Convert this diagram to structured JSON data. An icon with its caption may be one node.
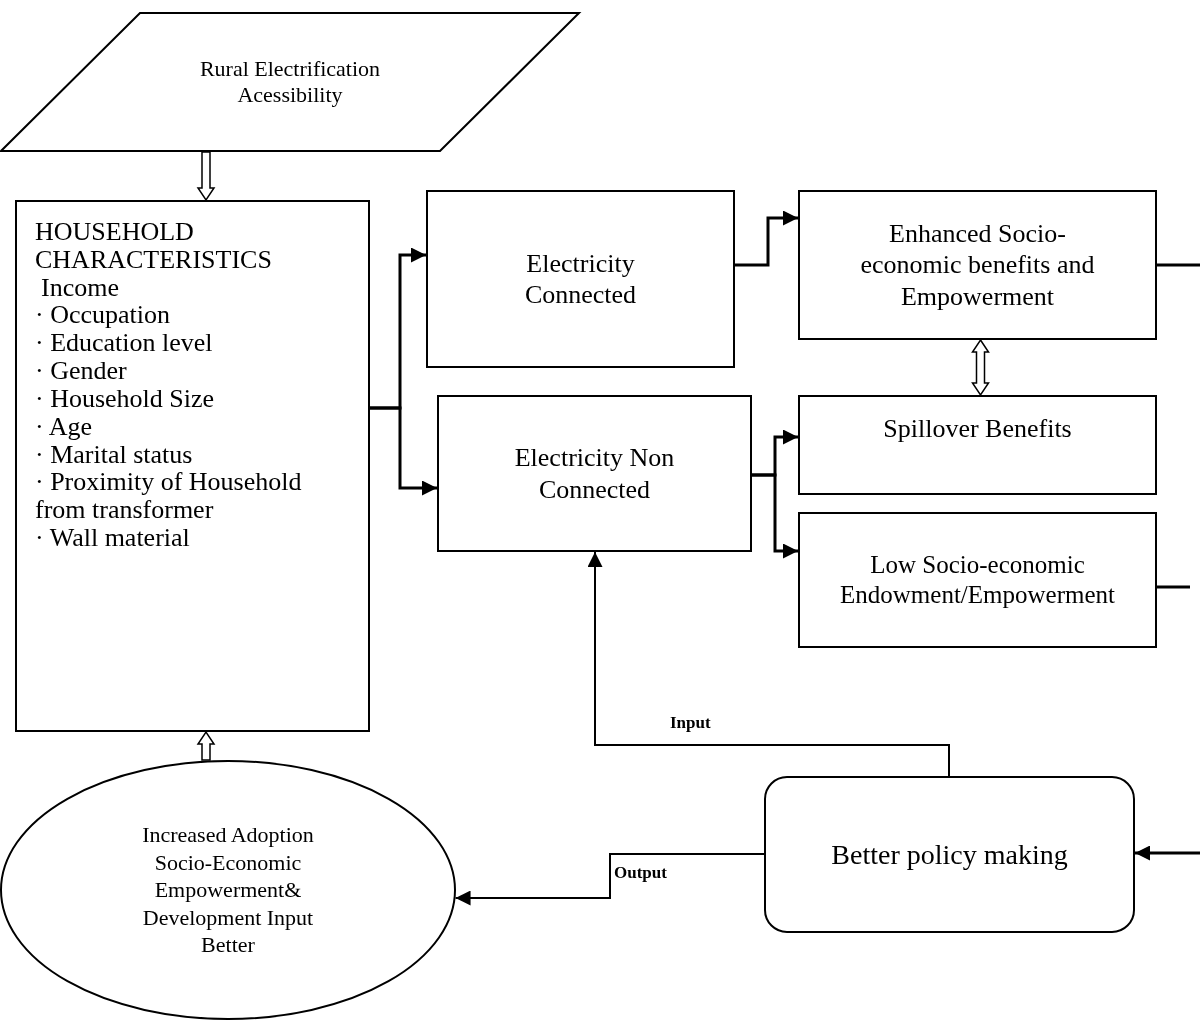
{
  "diagram": {
    "nodes": [
      {
        "text": [
          "Rural Electrification Acessibility"
        ]
      },
      {
        "text": [
          "HOUSEHOLD CHARACTERISTICS",
          "Income",
          "· Occupation",
          "· Education level",
          "· Gender",
          "· Household Size",
          "· Age",
          "· Marital status",
          "· Proximity of Household from transformer",
          "· Wall material"
        ]
      },
      {
        "text": [
          "Electricity Connected"
        ]
      },
      {
        "text": [
          "Electricity Non Connected"
        ]
      },
      {
        "text": [
          "Enhanced Socio-economic benefits and Empowerment"
        ]
      },
      {
        "text": [
          "Spillover Benefits"
        ]
      },
      {
        "text": [
          "Low Socio-economic Endowment/Empowerment"
        ]
      },
      {
        "text": [
          "Increased Adoption Socio-Economic Empowerment& Development Input Better"
        ]
      },
      {
        "text": [
          "Better policy making"
        ]
      }
    ],
    "edges": [
      {
        "from": 0,
        "to": 1,
        "arrow": "to",
        "style": "thick"
      },
      {
        "from": 1,
        "to": 2,
        "arrow": "to"
      },
      {
        "from": 1,
        "to": 3,
        "arrow": "to"
      },
      {
        "from": 2,
        "to": 4,
        "arrow": "to"
      },
      {
        "from": 4,
        "to": 5,
        "arrow": "both",
        "style": "thick"
      },
      {
        "from": 3,
        "to": 5,
        "arrow": "to"
      },
      {
        "from": 3,
        "to": 6,
        "arrow": "to"
      },
      {
        "from": 4,
        "to": null,
        "arrow": "none"
      },
      {
        "from": 6,
        "to": null,
        "arrow": "none"
      },
      {
        "from": null,
        "to": 8,
        "arrow": "to"
      },
      {
        "from": 8,
        "to": 3,
        "arrow": "to",
        "label": "Input"
      },
      {
        "from": 8,
        "to": 7,
        "arrow": "to",
        "label": "Output"
      },
      {
        "from": 7,
        "to": 1,
        "arrow": "to",
        "style": "thick"
      }
    ]
  }
}
